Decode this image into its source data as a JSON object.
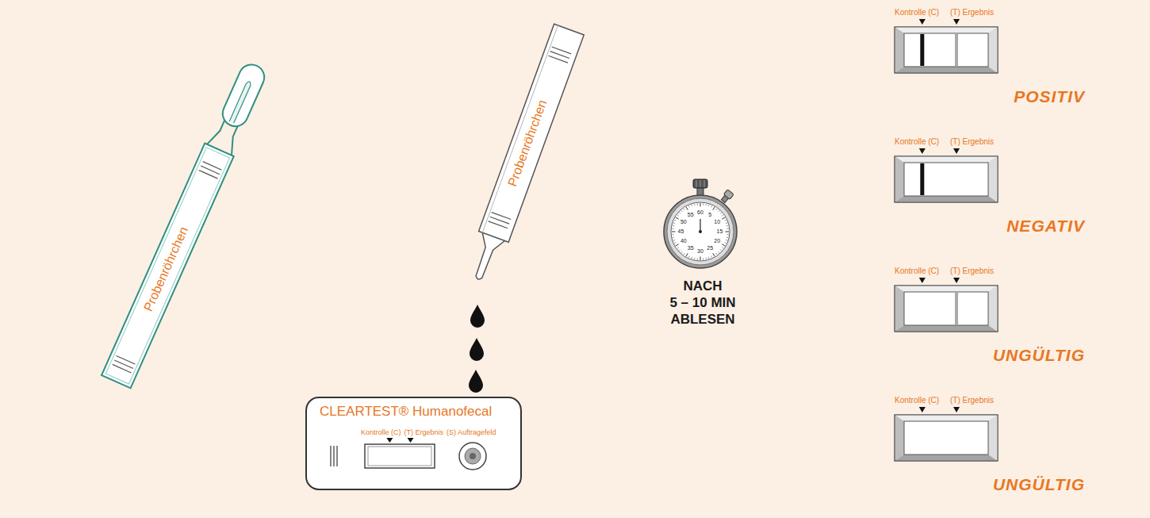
{
  "diagram": {
    "nodes": [
      {
        "text": [
          "Probenröhrchen"
        ]
      },
      {
        "text": [
          "Probenröhrchen"
        ]
      },
      {
        "text": [
          "CLEARTEST® Humanofecal",
          "Kontrolle (C)",
          "(T) Ergebnis",
          "(S) Auftragefeld"
        ]
      },
      {
        "text": [
          "Kontrolle (C)",
          "(T) Ergebnis",
          "POSITIV"
        ]
      },
      {
        "text": [
          "Kontrolle (C)",
          "(T) Ergebnis",
          "NEGATIV"
        ]
      },
      {
        "text": [
          "Kontrolle (C)",
          "(T) Ergebnis",
          "UNGÜLTIG"
        ]
      },
      {
        "text": [
          "Kontrolle (C)",
          "(T) Ergebnis",
          "UNGÜLTIG"
        ]
      }
    ],
    "labels": [
      "60",
      "5",
      "10",
      "15",
      "20",
      "25",
      "30",
      "35",
      "40",
      "45",
      "50",
      "55",
      "NACH 5 – 10 MIN ABLESEN"
    ]
  }
}
